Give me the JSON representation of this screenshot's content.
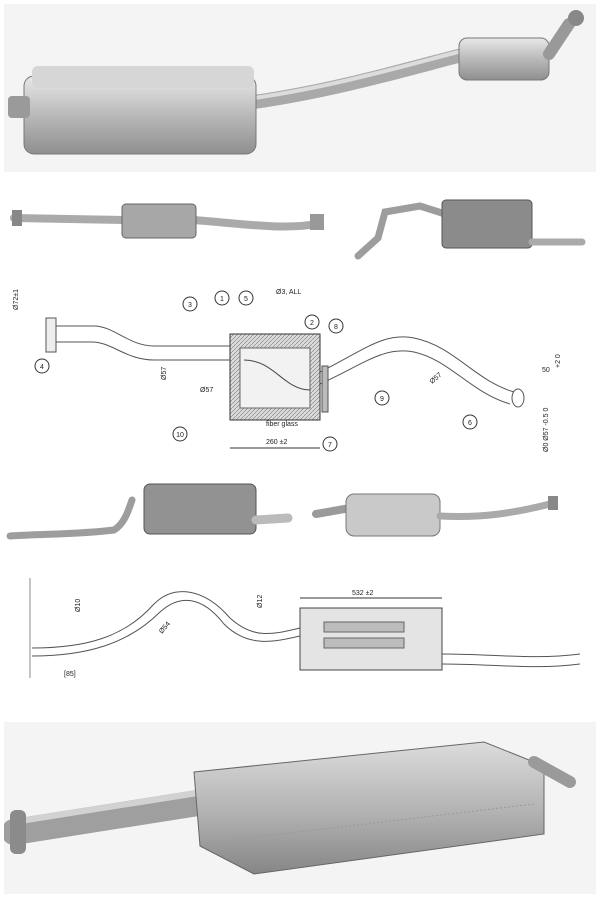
{
  "diagram_top": {
    "callouts": [
      "1",
      "5",
      "2",
      "3",
      "8",
      "4",
      "9",
      "6",
      "7",
      "10"
    ],
    "dims": {
      "d_inlet": "Ø72±1",
      "d_wire": "Ø3, ALL",
      "d_pipe1": "Ø57",
      "d_pipe2": "Ø57",
      "d_pipe3": "Ø57",
      "material": "fiber glass",
      "length": "260 ±2",
      "outlet_len": "50",
      "outlet_tol": "+2 0",
      "outlet_d": "Ø0 Ø57 -0.5 0"
    }
  },
  "diagram_bottom": {
    "dims": {
      "length": "532 ±2",
      "d_a": "Ø12",
      "d_b": "Ø54",
      "d_c": "Ø10",
      "small": "[85]"
    }
  }
}
